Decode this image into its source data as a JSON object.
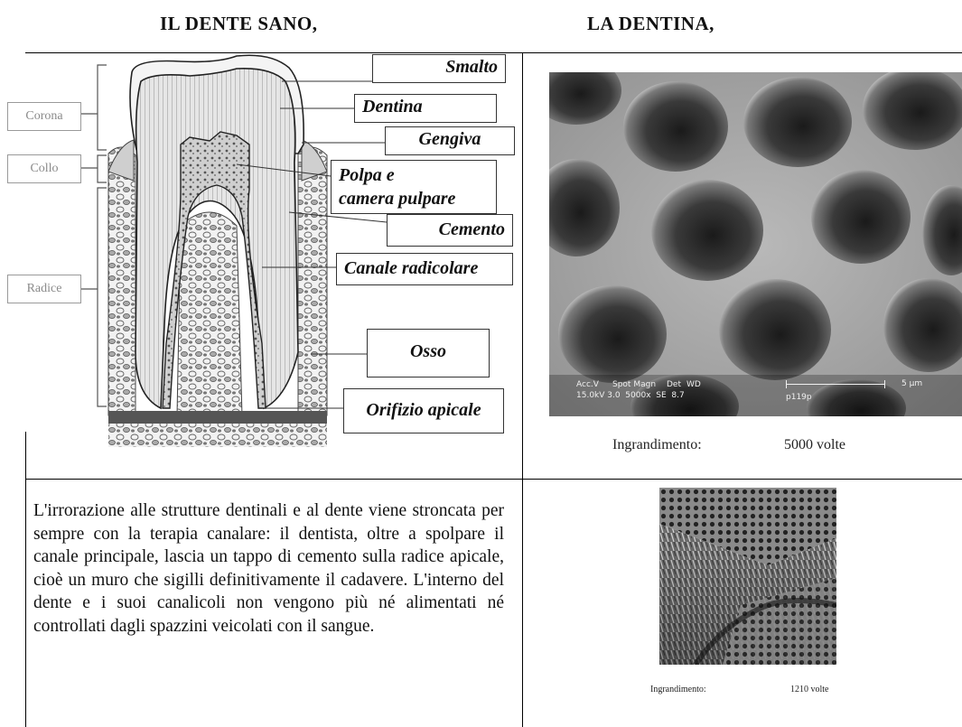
{
  "headings": {
    "left": "IL DENTE SANO,",
    "right": "LA DENTINA,"
  },
  "diagram": {
    "side_labels": [
      "Corona",
      "Collo",
      "Radice"
    ],
    "parts": {
      "smalto": "Smalto",
      "dentina": "Dentina",
      "gengiva": "Gengiva",
      "polpa_line1": "Polpa e",
      "polpa_line2": "camera pulpare",
      "cemento": "Cemento",
      "canale": "Canale radicolare",
      "osso": "Osso",
      "orifizio": "Orifizio apicale"
    }
  },
  "micrograph_large": {
    "caption_label": "Ingrandimento:",
    "caption_value": "5000 volte",
    "databar": {
      "acc": "Acc.V",
      "spot_magn": "Spot Magn",
      "det": "Det",
      "wd": "WD",
      "values": "15.0kV 3.0  5000x  SE  8.7",
      "scale": "5 µm",
      "sample": "p119p"
    }
  },
  "micrograph_small": {
    "caption_label": "Ingrandimento:",
    "caption_value": "1210 volte"
  },
  "body_text": "L'irrorazione alle strutture dentinali e al dente viene stroncata per sempre con la terapia canalare: il dentista, oltre a spolpare il canale principale, lascia un tappo di cemento sulla radice apicale, cioè un muro che sigilli definitivamente il cadavere. L'interno del dente e i suoi canalicoli non vengono più né alimentati né controllati dagli spazzini veicolati con il sangue."
}
